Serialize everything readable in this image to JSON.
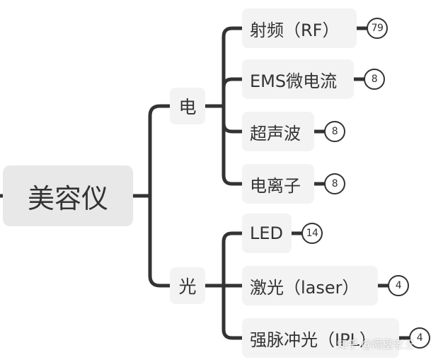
{
  "root": {
    "label": "美容仪"
  },
  "branches": [
    {
      "label": "电",
      "children": [
        {
          "label": "射频（RF）",
          "count": "79"
        },
        {
          "label": "EMS微电流",
          "count": "8"
        },
        {
          "label": "超声波",
          "count": "8"
        },
        {
          "label": "电离子",
          "count": "8"
        }
      ]
    },
    {
      "label": "光",
      "children": [
        {
          "label": "LED",
          "count": "14"
        },
        {
          "label": "激光（laser）",
          "count": "4"
        },
        {
          "label": "强脉冲光（IPL）",
          "count": "4"
        }
      ]
    }
  ],
  "watermark": "知乎 @隔壁老王",
  "colors": {
    "connector": "#333333",
    "node_background": "#f3f3f3",
    "root_background": "#e8e8e8",
    "text": "#333333"
  }
}
